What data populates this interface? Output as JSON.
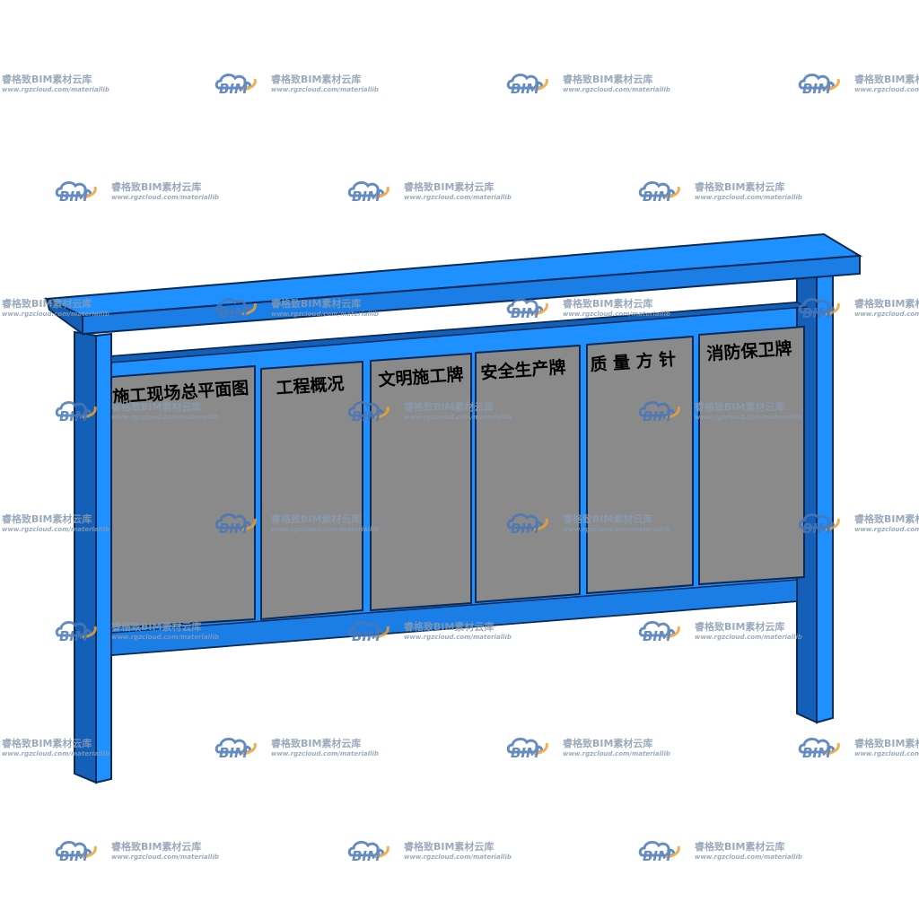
{
  "colors": {
    "frame": "#1e90ff",
    "frame_dark": "#1460b8",
    "outline": "#0a2a55",
    "panel": "#8a8a8a",
    "text": "#000000",
    "watermark": "#8a9bb0"
  },
  "panels": [
    {
      "title": "施工现场总平面图"
    },
    {
      "title": "工程概况"
    },
    {
      "title": "文明施工牌"
    },
    {
      "title": "安全生产牌"
    },
    {
      "title": "质 量 方 针"
    },
    {
      "title": "消防保卫牌"
    }
  ],
  "watermark": {
    "brand": "睿格致BIM素材云库",
    "url": "www.rgzcloud.com/materiallib",
    "logo_text": "BIM",
    "icon": "cloud-logo-icon"
  }
}
